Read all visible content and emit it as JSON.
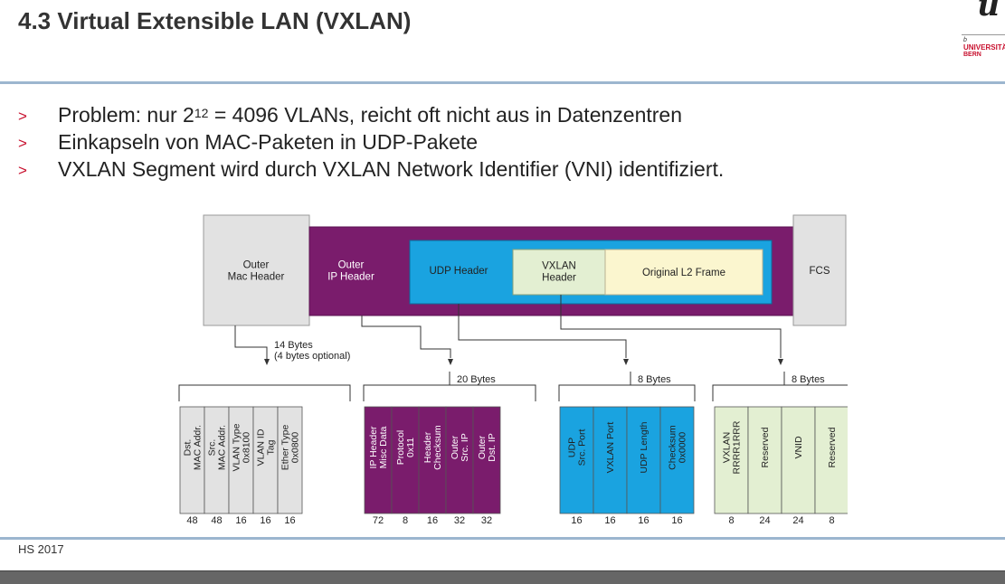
{
  "slide": {
    "title": "4.3 Virtual Extensible LAN (VXLAN)",
    "footer": "HS 2017"
  },
  "logo": {
    "glyph": "u",
    "superscript": "b",
    "university": "UNIVERSITÄT",
    "city": "BERN"
  },
  "bullets": [
    {
      "marker": ">",
      "pre": "Problem: nur 2",
      "sup": "12",
      "post": " = 4096 VLANs, reicht oft nicht aus in Datenzentren"
    },
    {
      "marker": ">",
      "text": "Einkapseln von MAC-Paketen in UDP-Pakete"
    },
    {
      "marker": ">",
      "text": "VXLAN Segment wird durch VXLAN Network Identifier (VNI) identifiziert."
    }
  ],
  "colors": {
    "gray": "#e2e2e2",
    "purple": "#7a1c6c",
    "blue": "#1aa3e0",
    "green": "#e3efd2",
    "yellow": "#fbf6cf"
  },
  "frame": {
    "outer_mac": [
      "Outer",
      "Mac Header"
    ],
    "outer_ip": [
      "Outer",
      "IP Header"
    ],
    "udp": "UDP Header",
    "vxlan": [
      "VXLAN",
      "Header"
    ],
    "l2": "Original L2 Frame",
    "fcs": "FCS"
  },
  "groups": [
    {
      "id": "mac",
      "size": [
        "14 Bytes",
        "(4 bytes optional)"
      ],
      "fields": [
        {
          "label": [
            "Dst.",
            "MAC Addr."
          ],
          "bits": "48"
        },
        {
          "label": [
            "Src.",
            "MAC Addr."
          ],
          "bits": "48"
        },
        {
          "label": [
            "VLAN Type",
            "0x8100"
          ],
          "bits": "16"
        },
        {
          "label": [
            "VLAN ID",
            "Tag"
          ],
          "bits": "16"
        },
        {
          "label": [
            "Ether Type",
            "0x0800"
          ],
          "bits": "16"
        }
      ]
    },
    {
      "id": "ip",
      "size": [
        "20 Bytes"
      ],
      "fields": [
        {
          "label": [
            "IP Header",
            "Misc Data"
          ],
          "bits": "72"
        },
        {
          "label": [
            "Protocol",
            "0x11"
          ],
          "bits": "8"
        },
        {
          "label": [
            "Header",
            "Checksum"
          ],
          "bits": "16"
        },
        {
          "label": [
            "Outer",
            "Src. IP"
          ],
          "bits": "32"
        },
        {
          "label": [
            "Outer",
            "Dst. IP"
          ],
          "bits": "32"
        }
      ]
    },
    {
      "id": "udp",
      "size": [
        "8 Bytes"
      ],
      "fields": [
        {
          "label": [
            "UDP",
            "Src. Port"
          ],
          "bits": "16"
        },
        {
          "label": [
            "VXLAN Port"
          ],
          "bits": "16"
        },
        {
          "label": [
            "UDP Length"
          ],
          "bits": "16"
        },
        {
          "label": [
            "Checksum",
            "0x0000"
          ],
          "bits": "16"
        }
      ]
    },
    {
      "id": "vxlan",
      "size": [
        "8 Bytes"
      ],
      "fields": [
        {
          "label": [
            "VXLAN",
            "RRRR1RRR"
          ],
          "bits": "8"
        },
        {
          "label": [
            "Reserved"
          ],
          "bits": "24"
        },
        {
          "label": [
            "VNID"
          ],
          "bits": "24"
        },
        {
          "label": [
            "Reserved"
          ],
          "bits": "8"
        }
      ]
    }
  ]
}
